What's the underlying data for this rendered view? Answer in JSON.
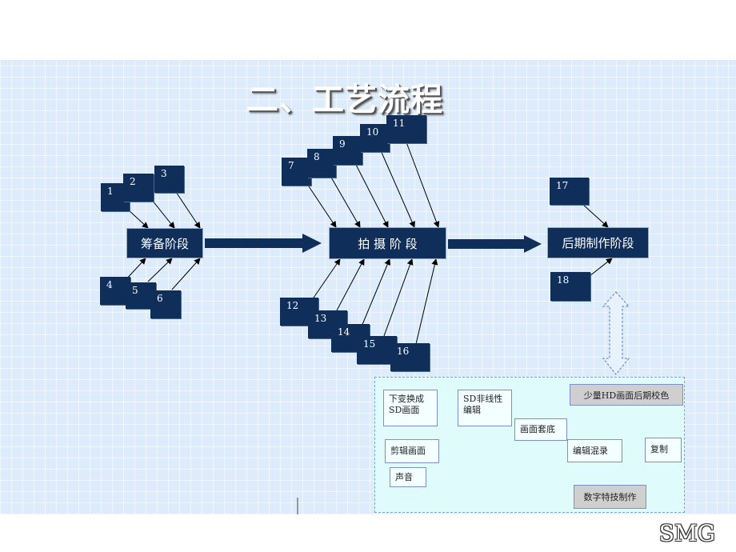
{
  "title": "二、工艺流程",
  "stages": {
    "prep": "筹备阶段",
    "shoot": "拍 摄 阶 段",
    "post": "后期制作阶段"
  },
  "numbers": [
    "1",
    "2",
    "3",
    "4",
    "5",
    "6",
    "7",
    "8",
    "9",
    "10",
    "11",
    "12",
    "13",
    "14",
    "15",
    "16",
    "17",
    "18"
  ],
  "workflow": {
    "downconvert": "下变换成SD画面",
    "sd_edit": "SD非线性编辑",
    "hd_grade": "少量HD画面后期校色",
    "overlay": "画面套底",
    "cut": "剪辑画面",
    "mix": "编辑混录",
    "copy": "复制",
    "sound": "声音",
    "vfx": "数字特技制作"
  },
  "logo": "SMG"
}
